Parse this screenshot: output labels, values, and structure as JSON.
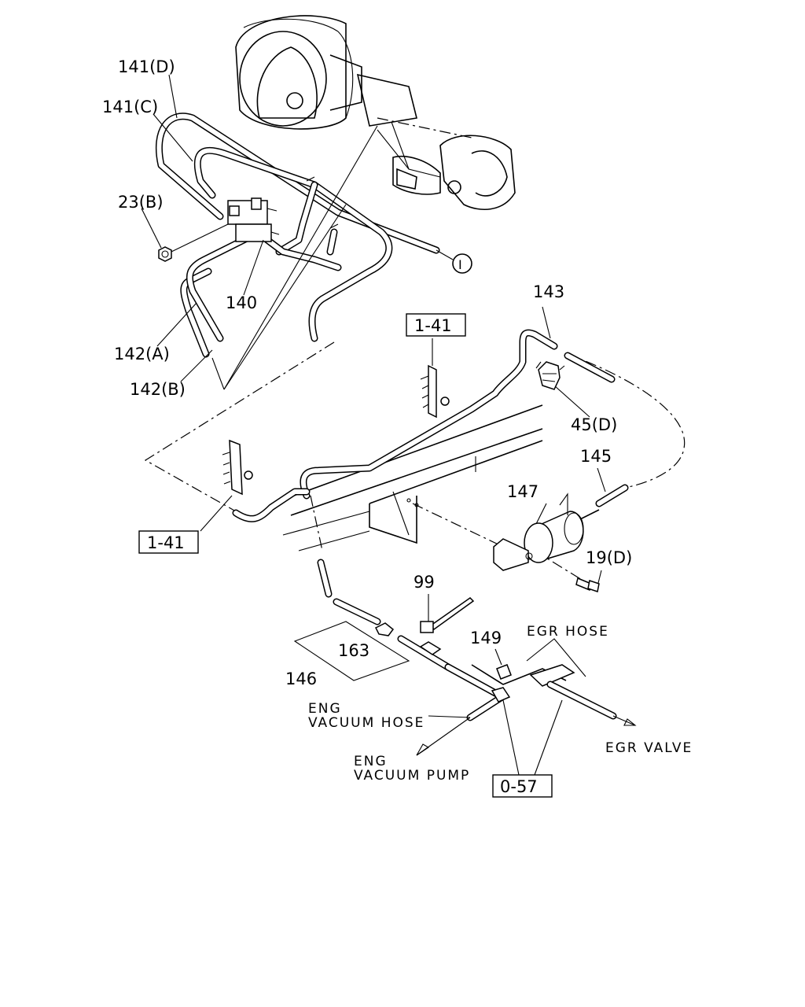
{
  "labels": {
    "p141d": "141(D)",
    "p141c": "141(C)",
    "p23b": "23(B)",
    "p140": "140",
    "p142a": "142(A)",
    "p142b": "142(B)",
    "p143": "143",
    "p45d": "45(D)",
    "p145": "145",
    "p147": "147",
    "p19d": "19(D)",
    "p99": "99",
    "p149": "149",
    "p163": "163",
    "p146": "146",
    "egr_hose": "EGR HOSE",
    "egr_valve": "EGR VALVE",
    "eng_vacuum_hose_1": "ENG",
    "eng_vacuum_hose_2": "VACUUM HOSE",
    "eng_vacuum_pump_1": "ENG",
    "eng_vacuum_pump_2": "VACUUM PUMP",
    "circle_marker": "I"
  },
  "refs": {
    "ref_top": "1-41",
    "ref_left": "1-41",
    "ref_bottom": "0-57"
  }
}
